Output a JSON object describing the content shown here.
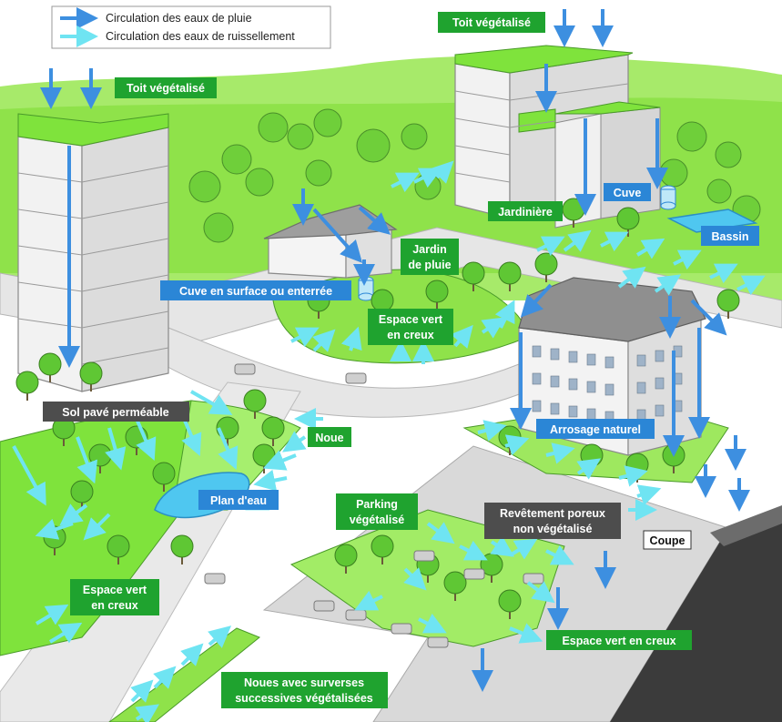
{
  "legend": {
    "rain_label": "Circulation des eaux de pluie",
    "runoff_label": "Circulation des eaux de ruissellement"
  },
  "labels": {
    "toit_top": "Toit végétalisé",
    "toit_left": "Toit végétalisé",
    "jardiniere": "Jardinière",
    "cuve": "Cuve",
    "bassin": "Bassin",
    "jardin_de_pluie_line1": "Jardin",
    "jardin_de_pluie_line2": "de pluie",
    "cuve_surface": "Cuve en surface ou enterrée",
    "espace_vert_creux_center_line1": "Espace vert",
    "espace_vert_creux_center_line2": "en creux",
    "sol_pave": "Sol pavé perméable",
    "noue": "Noue",
    "arrosage": "Arrosage naturel",
    "plan_eau": "Plan d'eau",
    "parking_line1": "Parking",
    "parking_line2": "végétalisé",
    "revetement_line1": "Revêtement poreux",
    "revetement_line2": "non végétalisé",
    "coupe": "Coupe",
    "espace_vert_creux_left_line1": "Espace vert",
    "espace_vert_creux_left_line2": "en creux",
    "espace_vert_creux_right": "Espace vert en creux",
    "noues_line1": "Noues avec surverses",
    "noues_line2": "successives végétalisées"
  },
  "colors": {
    "rain_arrow": "#3d8fe0",
    "runoff_arrow": "#6fe4f2",
    "green_label": "#1fa32f",
    "blue_label": "#2b86d6",
    "gray_label": "#4d4d4d",
    "grass": "#7ee03e",
    "road": "#d9d9d9"
  },
  "icons": [
    "rain-arrow-icon",
    "runoff-arrow-icon",
    "tank-icon",
    "tree-icon",
    "car-icon",
    "building-icon"
  ]
}
